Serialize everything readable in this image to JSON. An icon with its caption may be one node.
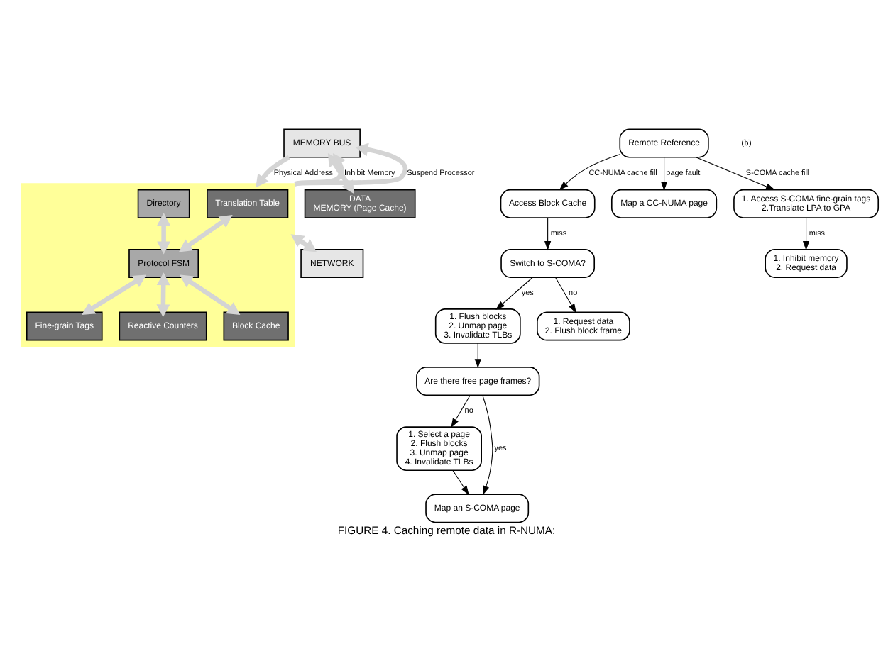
{
  "diagram": {
    "caption": "FIGURE 4. Caching remote data in R-NUMA:",
    "nodes": [
      {
        "text": [
          "MEMORY BUS"
        ]
      },
      {
        "text": [],
        "shape": "box"
      },
      {
        "text": [
          "Translation Table"
        ],
        "in": 1
      },
      {
        "text": [
          "Directory"
        ],
        "in": 1
      },
      {
        "text": [
          "Protocol FSM"
        ],
        "in": 1
      },
      {
        "text": [
          "Fine-grain Tags"
        ],
        "in": 1
      },
      {
        "text": [
          "Reactive Counters"
        ],
        "in": 1
      },
      {
        "text": [
          "Block Cache"
        ],
        "in": 1
      },
      {
        "text": [
          "DATA",
          "MEMORY (Page Cache)"
        ]
      },
      {
        "text": [
          "NETWORK"
        ]
      },
      {
        "text": [
          "Remote Reference"
        ]
      },
      {
        "text": [
          "Access Block Cache"
        ]
      },
      {
        "text": [
          "Map a CC-NUMA page"
        ]
      },
      {
        "text": [
          "Switch to S-COMA?"
        ]
      },
      {
        "text": [
          "1. Access S-COMA fine-grain tags",
          "2.Translate LPA to GPA"
        ]
      },
      {
        "text": [
          "1. Flush blocks",
          "2. Unmap page",
          "3. Invalidate TLBs"
        ]
      },
      {
        "text": [
          "Are there free page frames?"
        ]
      },
      {
        "text": [
          "1. Select a page",
          "2. Flush blocks",
          "3. Unmap page",
          "4. Invalidate TLBs"
        ]
      },
      {
        "text": [
          "1. Inhibit memory",
          "2. Request data"
        ]
      },
      {
        "text": [
          "1. Request data",
          "2. Flush block frame"
        ]
      },
      {
        "text": [
          "Map an S-COMA page"
        ]
      }
    ],
    "edges": [
      {
        "from": 0,
        "to": 1,
        "arrow": "to",
        "label": "Physical Address",
        "style": "thick",
        "color": "#d4d4d4"
      },
      {
        "from": 1,
        "to": 0,
        "arrow": "to",
        "label": "Inhibit Memory",
        "style": "thick",
        "color": "#d4d4d4"
      },
      {
        "from": 1,
        "to": 0,
        "arrow": "to",
        "label": "Suspend Processor",
        "style": "thick",
        "color": "#d4d4d4"
      },
      {
        "from": 0,
        "to": 8,
        "arrow": "both",
        "style": "thick",
        "color": "#d4d4d4"
      },
      {
        "from": 9,
        "to": 1,
        "arrow": "both",
        "style": "thick",
        "color": "#d4d4d4"
      },
      {
        "from": 2,
        "to": 4,
        "arrow": "both",
        "style": "thick",
        "color": "#d4d4d4"
      },
      {
        "from": 3,
        "to": 4,
        "arrow": "both",
        "style": "thick",
        "color": "#d4d4d4"
      },
      {
        "from": 4,
        "to": 6,
        "arrow": "both",
        "style": "thick",
        "color": "#d4d4d4"
      },
      {
        "from": 4,
        "to": 7,
        "arrow": "both",
        "style": "thick",
        "color": "#d4d4d4"
      },
      {
        "from": 4,
        "to": 5,
        "arrow": "both",
        "style": "thick",
        "color": "#d4d4d4"
      },
      {
        "from": 10,
        "to": 11,
        "arrow": "to",
        "label": "CC-NUMA cache fill"
      },
      {
        "from": 10,
        "to": 12,
        "arrow": "to",
        "label": "page fault"
      },
      {
        "from": 10,
        "to": 14,
        "arrow": "to",
        "label": "S-COMA cache fill"
      },
      {
        "from": 11,
        "to": 13,
        "arrow": "to",
        "label": "miss"
      },
      {
        "from": 13,
        "to": 15,
        "arrow": "to",
        "label": "yes"
      },
      {
        "from": 13,
        "to": 19,
        "arrow": "to",
        "label": "no"
      },
      {
        "from": 15,
        "to": 16,
        "arrow": "to"
      },
      {
        "from": 16,
        "to": 17,
        "arrow": "to",
        "label": "no"
      },
      {
        "from": 16,
        "to": 20,
        "arrow": "to",
        "label": "yes"
      },
      {
        "from": 17,
        "to": 20,
        "arrow": "to"
      },
      {
        "from": 14,
        "to": 18,
        "arrow": "to",
        "label": "miss"
      }
    ],
    "labels": [
      "(b)"
    ]
  }
}
